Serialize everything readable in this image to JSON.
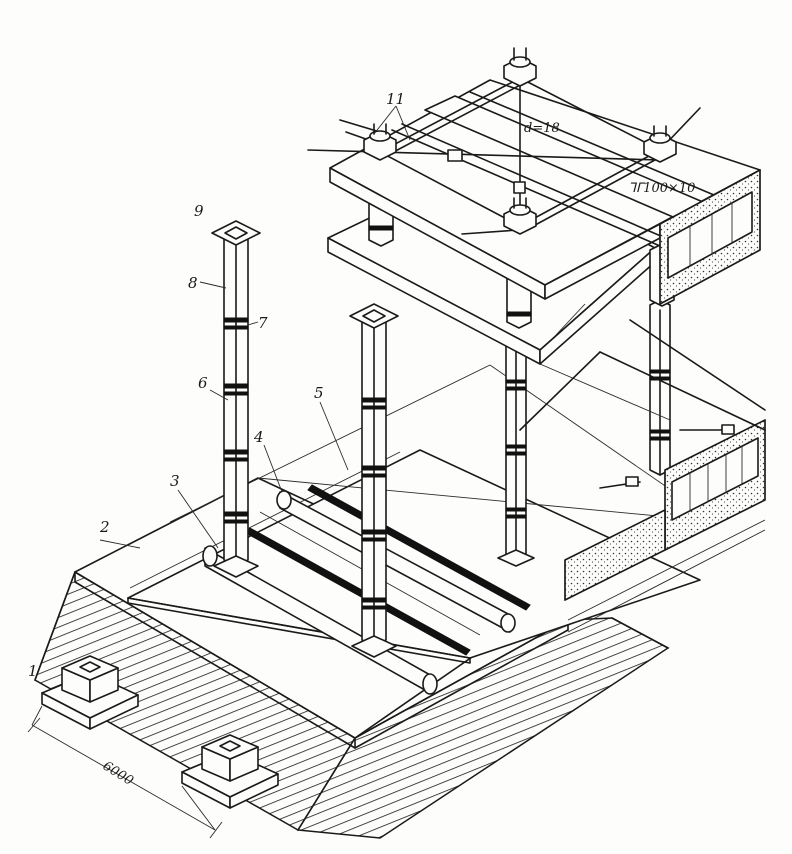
{
  "labels": {
    "n1": "1",
    "n2": "2",
    "n3": "3",
    "n4": "4",
    "n5": "5",
    "n6": "6",
    "n7": "7",
    "n8": "8",
    "n9": "9",
    "n11": "11"
  },
  "annotations": {
    "dim_bay": "6000",
    "rod_diameter": "d=18",
    "angle_profile": "ᒣᒥ100×10"
  },
  "colors": {
    "ink": "#1a1a1a",
    "paper": "#fdfdfb"
  }
}
